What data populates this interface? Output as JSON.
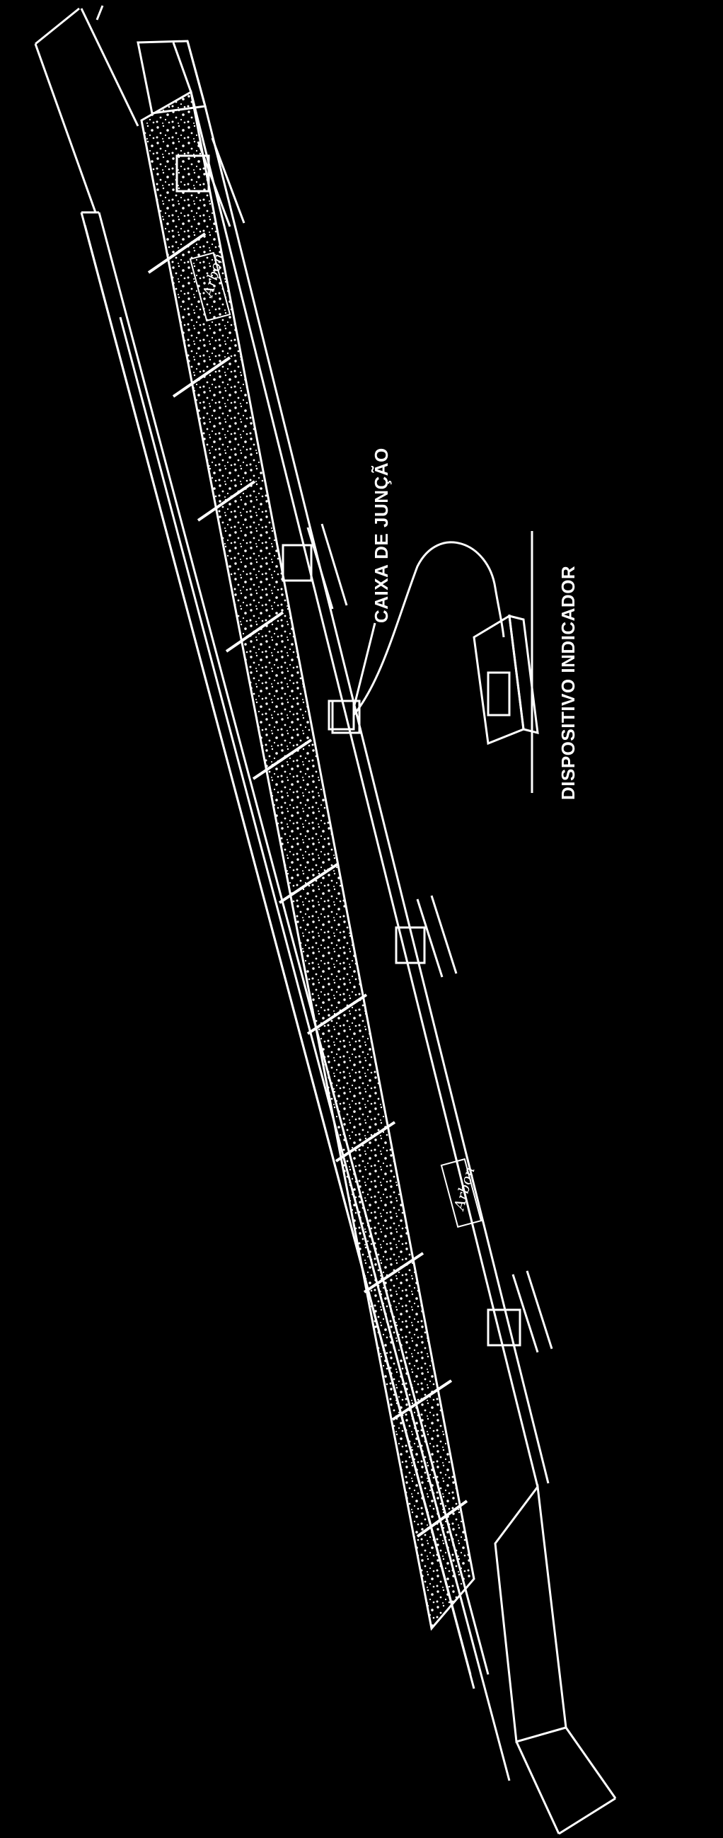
{
  "diagram": {
    "labels": {
      "junction_box": "CAIXA DE JUNÇÃO",
      "indicator_device": "DISPOSITIVO INDICADOR"
    },
    "brand_marks": [
      "Arbon",
      "Arbon"
    ],
    "colors": {
      "background": "#000000",
      "line": "#ffffff"
    }
  }
}
